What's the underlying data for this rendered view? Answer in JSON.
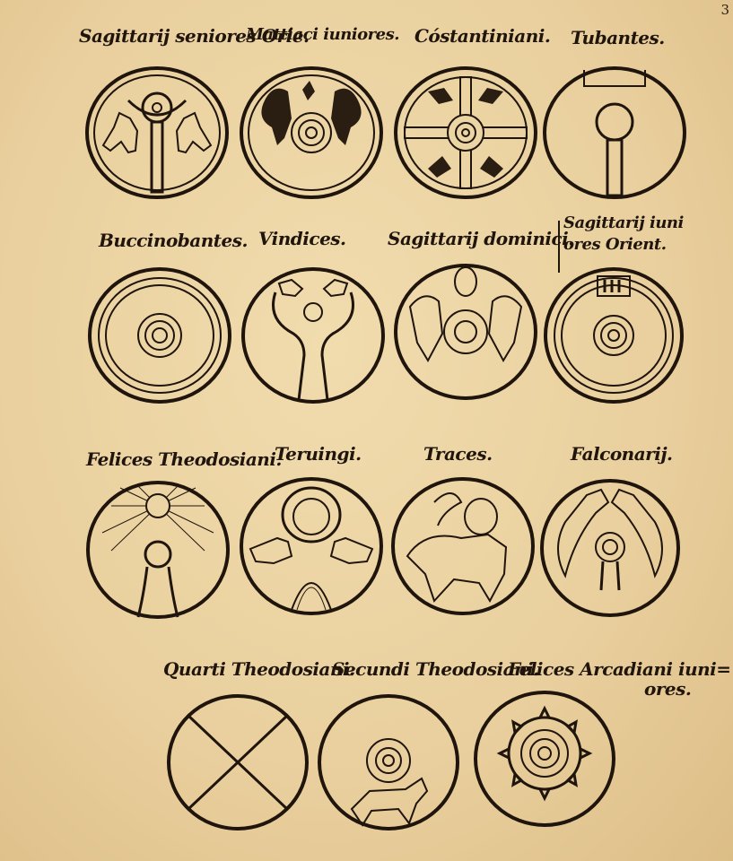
{
  "page_number": "3",
  "rows": [
    {
      "labels": [
        "Sagittarij seniores Orie.",
        "Mattiaci iuniores.",
        "Cóstantiniani.",
        "Tubantes."
      ],
      "shields": [
        {
          "name": "sagittarii-seniores-orientales-shield",
          "motif": "two-goats-crescent"
        },
        {
          "name": "mattiaci-iuniores-shield",
          "motif": "winged-figures-boss"
        },
        {
          "name": "constantiniani-shield",
          "motif": "cross-birds"
        },
        {
          "name": "tubantes-shield",
          "motif": "stem-boss-bar"
        }
      ]
    },
    {
      "labels": [
        "Buccinobantes.",
        "Vindices.",
        "Sagittarij dominici.",
        "Sagittarij iuni",
        "ores Orient."
      ],
      "shields": [
        {
          "name": "buccinobantes-shield",
          "motif": "concentric"
        },
        {
          "name": "vindices-shield",
          "motif": "two-heads-stem"
        },
        {
          "name": "sagittarii-dominici-shield",
          "motif": "figures-boss"
        },
        {
          "name": "sagittarii-iuniores-orientales-shield",
          "motif": "concentric-box"
        }
      ]
    },
    {
      "labels": [
        "Felices Theodosiani.",
        "Teruingi.",
        "Traces.",
        "Falconarij."
      ],
      "shields": [
        {
          "name": "felices-theodosiani-shield",
          "motif": "sun-face-stem"
        },
        {
          "name": "teruingi-shield",
          "motif": "lion-face-animals"
        },
        {
          "name": "traces-shield",
          "motif": "lion"
        },
        {
          "name": "falconarii-shield",
          "motif": "wings-boss"
        }
      ]
    },
    {
      "labels": [
        "Quarti Theodosiani.",
        "Secundi Theodosiani.",
        "Felices Arcadiani iuni=",
        "ores."
      ],
      "shields": [
        {
          "name": "quarti-theodosiani-shield",
          "motif": "saltire"
        },
        {
          "name": "secundi-theodosiani-shield",
          "motif": "boss-animal"
        },
        {
          "name": "felices-arcadiani-iuniores-shield",
          "motif": "sun-rays"
        }
      ]
    }
  ]
}
